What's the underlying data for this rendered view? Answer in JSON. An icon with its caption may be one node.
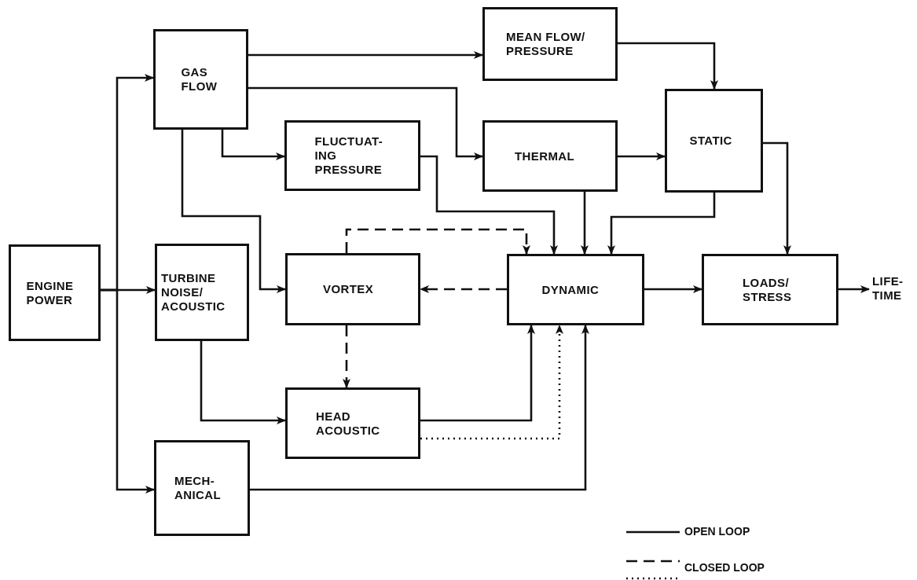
{
  "diagram": {
    "nodes": [
      {
        "text": [
          "ENGINE POWER"
        ]
      },
      {
        "text": [
          "GAS FLOW"
        ]
      },
      {
        "text": [
          "MEAN FLOW/ PRESSURE"
        ]
      },
      {
        "text": [
          "FLUCTUAT- ING PRESSURE"
        ]
      },
      {
        "text": [
          "THERMAL"
        ]
      },
      {
        "text": [
          "STATIC"
        ]
      },
      {
        "text": [
          "TURBINE NOISE/ ACOUSTIC"
        ]
      },
      {
        "text": [
          "VORTEX"
        ]
      },
      {
        "text": [
          "DYNAMIC"
        ]
      },
      {
        "text": [
          "LOADS/ STRESS"
        ]
      },
      {
        "text": [
          "LIFE- TIME"
        ]
      },
      {
        "text": [
          "HEAD ACOUSTIC"
        ]
      },
      {
        "text": [
          "MECH- ANICAL"
        ]
      }
    ],
    "edges": [
      {
        "from": 0,
        "to": 1,
        "arrow": "to"
      },
      {
        "from": 0,
        "to": 6,
        "arrow": "to"
      },
      {
        "from": 0,
        "to": 12,
        "arrow": "to"
      },
      {
        "from": 1,
        "to": 2,
        "arrow": "to"
      },
      {
        "from": 1,
        "to": 4,
        "arrow": "to"
      },
      {
        "from": 1,
        "to": 3,
        "arrow": "to"
      },
      {
        "from": 1,
        "to": 7,
        "arrow": "to"
      },
      {
        "from": 2,
        "to": 5,
        "arrow": "to"
      },
      {
        "from": 4,
        "to": 5,
        "arrow": "to"
      },
      {
        "from": 3,
        "to": 8,
        "arrow": "to"
      },
      {
        "from": 4,
        "to": 8,
        "arrow": "to"
      },
      {
        "from": 5,
        "to": 8,
        "arrow": "to"
      },
      {
        "from": 5,
        "to": 9,
        "arrow": "to"
      },
      {
        "from": 8,
        "to": 7,
        "arrow": "to",
        "style": "dashed"
      },
      {
        "from": 7,
        "to": 8,
        "arrow": "to",
        "style": "dashed"
      },
      {
        "from": 7,
        "to": 11,
        "arrow": "to",
        "style": "dashed"
      },
      {
        "from": 6,
        "to": 11,
        "arrow": "to"
      },
      {
        "from": 11,
        "to": 8,
        "arrow": "to"
      },
      {
        "from": 11,
        "to": 8,
        "arrow": "to",
        "style": "dashed"
      },
      {
        "from": 12,
        "to": 8,
        "arrow": "to"
      },
      {
        "from": 8,
        "to": 9,
        "arrow": "to"
      },
      {
        "from": 9,
        "to": 10,
        "arrow": "to"
      }
    ],
    "legend": [
      {
        "text": "OPEN LOOP"
      },
      {
        "text": "CLOSED LOOP"
      }
    ]
  }
}
